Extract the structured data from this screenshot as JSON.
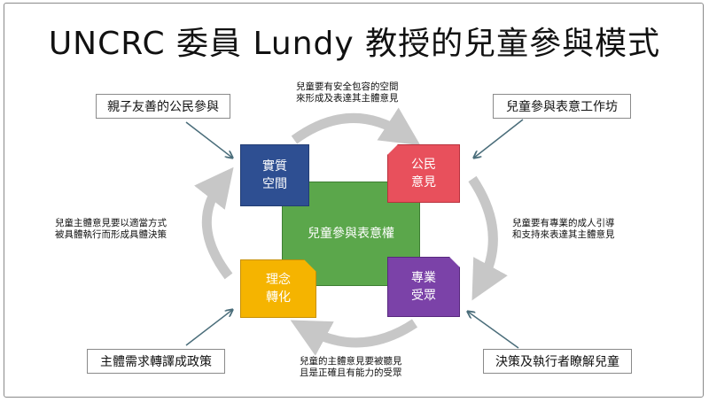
{
  "title": "UNCRC 委員 Lundy 教授的兒童參與模式",
  "center": "兒童參與表意權",
  "quadrants": {
    "space": "實質\n空間",
    "voice": "公民\n意見",
    "influence": "理念\n轉化",
    "audience": "專業\n受眾"
  },
  "outer_boxes": {
    "top_left": "親子友善的公民參與",
    "top_right": "兒童參與表意工作坊",
    "bottom_left": "主體需求轉譯成政策",
    "bottom_right": "決策及執行者瞭解兒童"
  },
  "notes": {
    "top": "兒童要有安全包容的空間\n來形成及表達其主體意見",
    "right": "兒童要有專業的成人引導\n和支持來表達其主體意見",
    "bottom": "兒童的主體意見要被聽見\n且是正確且有能力的受眾",
    "left": "兒童主體意見要以適當方式\n被具體執行而形成具體決策"
  },
  "colors": {
    "space": "#2e4f92",
    "voice": "#e8505c",
    "influence": "#f5b400",
    "audience": "#7b42a8",
    "center": "#5ba74b",
    "cycle_arrow": "#c7c7c7",
    "pointer_arrow": "#4a6d7a"
  }
}
